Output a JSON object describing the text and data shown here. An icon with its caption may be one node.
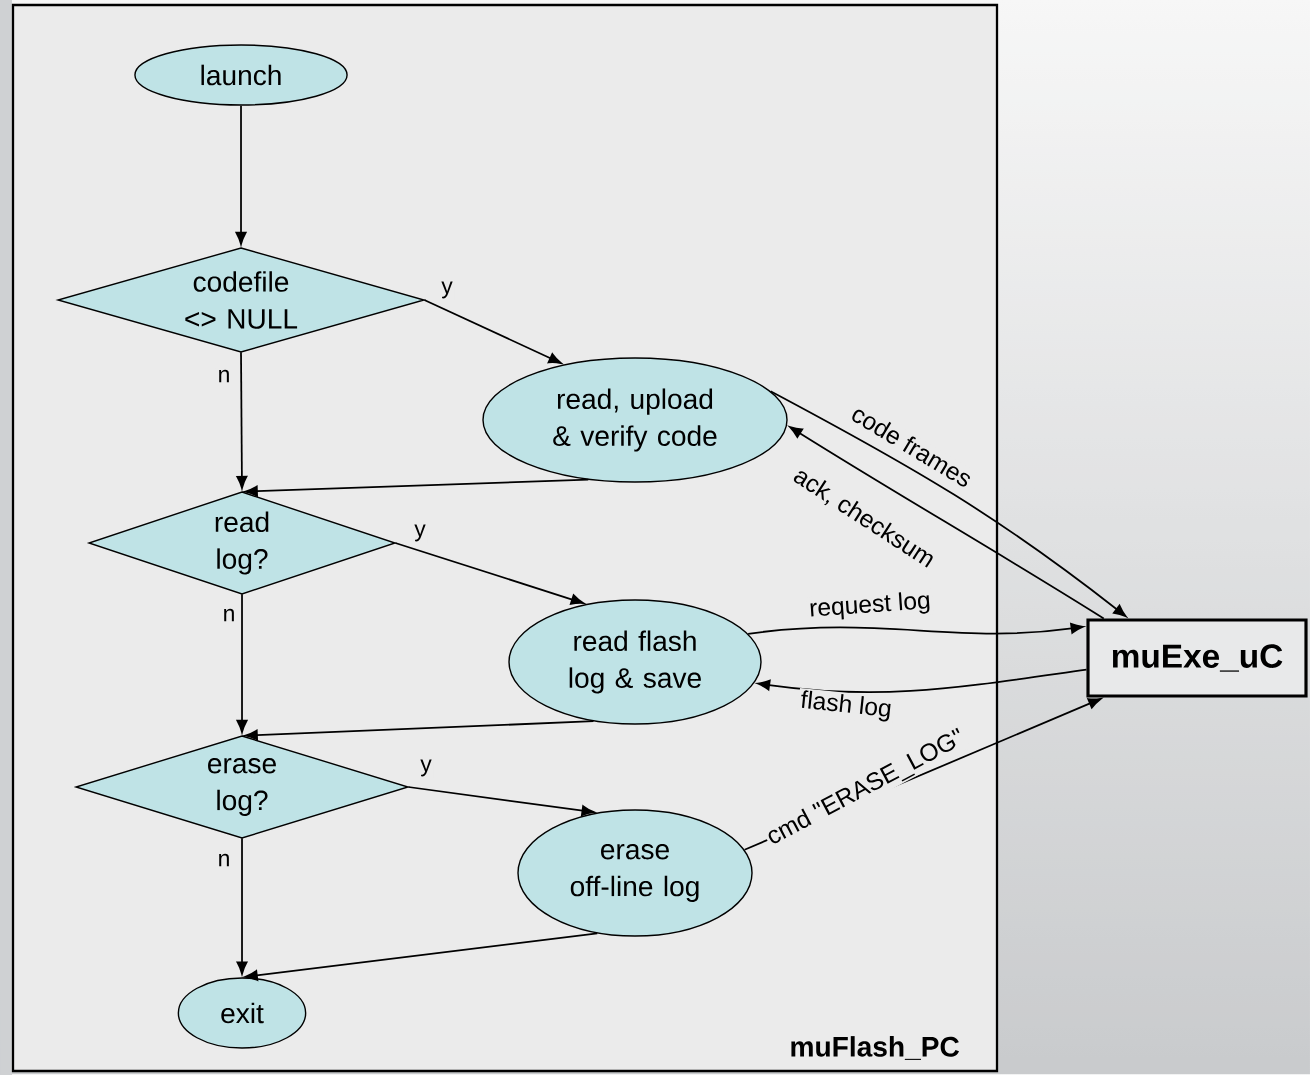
{
  "diagram": {
    "nodes": [
      {
        "text": [
          "muFlash_PC"
        ]
      },
      {
        "text": [
          "launch"
        ],
        "in": 0
      },
      {
        "text": [
          "codefile <> NULL"
        ],
        "in": 0
      },
      {
        "text": [
          "read, upload & verify code"
        ],
        "in": 0
      },
      {
        "text": [
          "read log?"
        ],
        "in": 0
      },
      {
        "text": [
          "read flash log & save"
        ],
        "in": 0
      },
      {
        "text": [
          "erase log?"
        ],
        "in": 0
      },
      {
        "text": [
          "erase off-line log"
        ],
        "in": 0
      },
      {
        "text": [
          "exit"
        ],
        "in": 0
      },
      {
        "text": [
          "muExe_uC"
        ]
      }
    ],
    "edges": [
      {
        "from": 1,
        "to": 2,
        "arrow": "to"
      },
      {
        "from": 2,
        "to": 3,
        "arrow": "to",
        "label": "y"
      },
      {
        "from": 2,
        "to": 4,
        "arrow": "to",
        "label": "n"
      },
      {
        "from": 3,
        "to": 4,
        "arrow": "to"
      },
      {
        "from": 4,
        "to": 5,
        "arrow": "to",
        "label": "y"
      },
      {
        "from": 4,
        "to": 6,
        "arrow": "to",
        "label": "n"
      },
      {
        "from": 5,
        "to": 6,
        "arrow": "to"
      },
      {
        "from": 6,
        "to": 7,
        "arrow": "to",
        "label": "y"
      },
      {
        "from": 6,
        "to": 8,
        "arrow": "to",
        "label": "n"
      },
      {
        "from": 7,
        "to": 8,
        "arrow": "to"
      },
      {
        "from": 3,
        "to": 9,
        "arrow": "to",
        "label": "code frames"
      },
      {
        "from": 9,
        "to": 3,
        "arrow": "to",
        "label": "ack, checksum"
      },
      {
        "from": 5,
        "to": 9,
        "arrow": "to",
        "label": "request log"
      },
      {
        "from": 9,
        "to": 5,
        "arrow": "to",
        "label": "flash log"
      },
      {
        "from": 7,
        "to": 9,
        "arrow": "to",
        "label": "cmd \"ERASE_LOG\""
      }
    ]
  }
}
